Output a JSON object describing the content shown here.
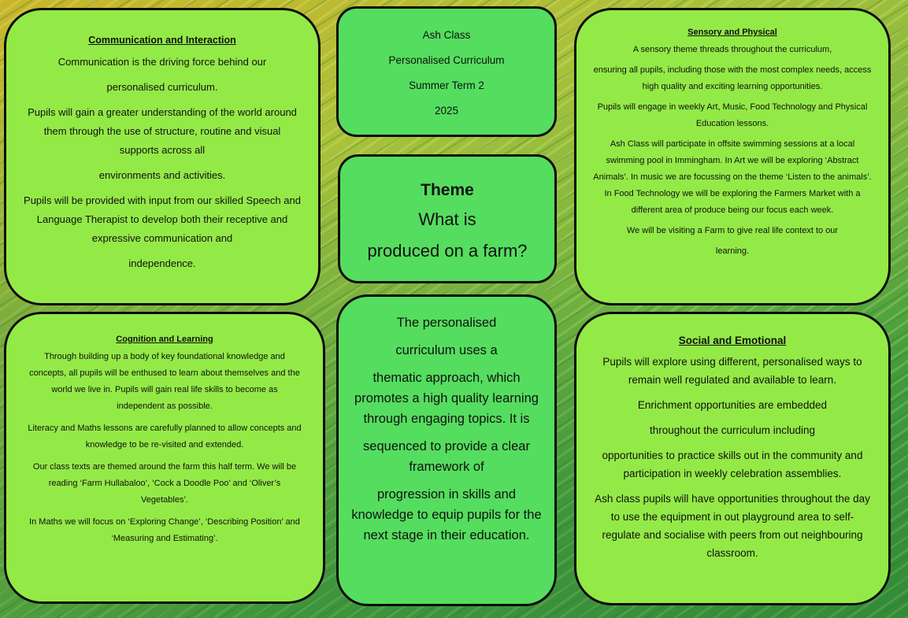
{
  "communication": {
    "heading": "Communication and Interaction",
    "lines": [
      "Communication is the driving force behind our",
      "personalised curriculum.",
      "Pupils will gain a greater understanding of the world around them through the use of structure, routine and visual supports across all",
      "environments and activities.",
      "Pupils will be provided with input from our skilled Speech and Language Therapist to develop both their receptive and expressive communication and",
      "independence."
    ]
  },
  "title_box": {
    "class_name": "Ash Class",
    "curriculum": "Personalised Curriculum",
    "term": "Summer Term 2",
    "year": "2025"
  },
  "theme": {
    "label": "Theme",
    "question_line1": "What is",
    "question_line2": "produced on a farm?"
  },
  "sensory": {
    "heading": "Sensory and Physical",
    "lines": [
      "A sensory theme threads throughout the curriculum,",
      "ensuring all pupils, including those with the most complex needs, access high quality and exciting learning opportunities.",
      "Pupils will engage in weekly Art, Music, Food Technology and Physical Education lessons.",
      "Ash Class will participate in offsite swimming sessions at a local swimming pool in Immingham.  In Art we will be exploring ‘Abstract Animals’.  In music we are focussing on the theme ‘Listen to the animals’.  In Food Technology we will be exploring the Farmers Market with a different area of produce being our focus each week.",
      "We will be visiting a Farm to give real life context to our",
      "learning."
    ]
  },
  "cognition": {
    "heading": "Cognition and Learning",
    "lines": [
      "Through building up a body of key foundational knowledge and concepts, all pupils will be enthused to learn about themselves and the world we live in.  Pupils will gain real life skills to become as independent as possible.",
      "Literacy and Maths lessons are carefully planned to allow concepts and knowledge to be re-visited and extended.",
      "Our class texts are themed around the farm this half term. We will be reading ‘Farm Hullabaloo’, ‘Cock a Doodle Poo’ and ‘Oliver’s Vegetables’.",
      "In Maths we will focus on ‘Exploring Change’, ‘Describing Position’ and ‘Measuring and Estimating’."
    ]
  },
  "approach": {
    "lines": [
      "The personalised",
      "curriculum uses a",
      "thematic approach, which promotes a high quality learning through engaging topics.  It is",
      "sequenced to provide a clear framework of",
      "progression in skills and knowledge to equip pupils for the next stage in their education."
    ]
  },
  "social": {
    "heading": "Social and Emotional",
    "lines": [
      "Pupils will explore using different, personalised ways to remain well regulated and available to learn.",
      "Enrichment opportunities are embedded",
      "throughout the curriculum including",
      "opportunities to practice skills out in the community and participation in weekly celebration assemblies.",
      "Ash class pupils will have opportunities throughout the day to use the equipment in out playground area to self-regulate  and socialise with peers from out neighbouring  classroom."
    ]
  }
}
